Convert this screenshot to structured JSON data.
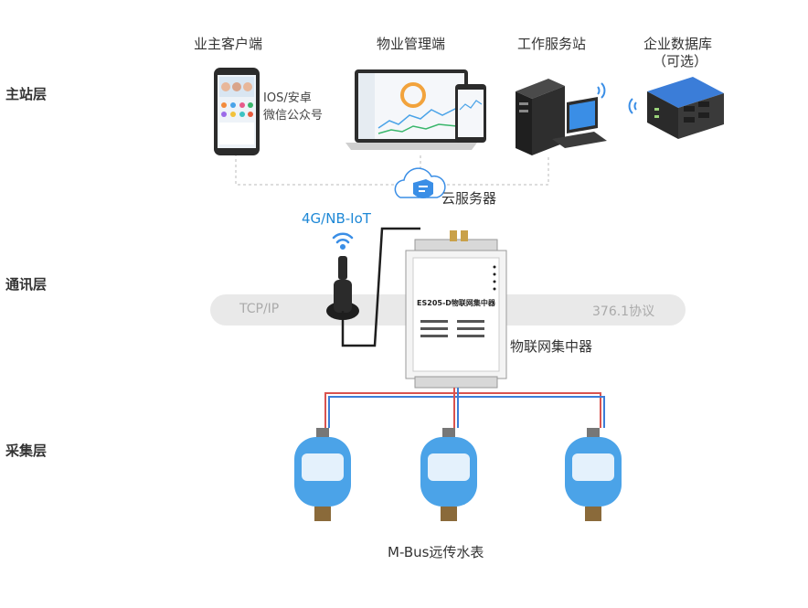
{
  "layers": {
    "master": "主站层",
    "comm": "通讯层",
    "collect": "采集层"
  },
  "top": {
    "client": "业主客户端",
    "client_line1": "IOS/安卓",
    "client_line2": "微信公众号",
    "property": "物业管理端",
    "workstation": "工作服务站",
    "database": "企业数据库",
    "database_note": "（可选）",
    "cloud": "云服务器"
  },
  "comm": {
    "network": "4G/NB-IoT",
    "left_protocol": "TCP/IP",
    "right_protocol": "376.1协议",
    "concentrator": "物联网集中器",
    "device_model": "ES205-D物联网集中器"
  },
  "collect": {
    "meters": "M-Bus远传水表",
    "meter_count": 3
  },
  "colors": {
    "accent_blue": "#1e88d6",
    "wire_red": "#d9534f",
    "wire_blue": "#3b7dd8",
    "meter_blue": "#4ba3e8"
  }
}
